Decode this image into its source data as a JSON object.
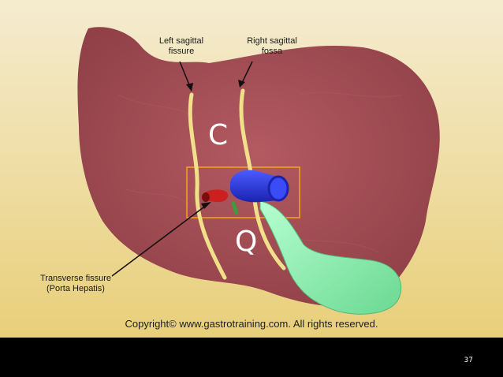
{
  "labels": {
    "left_sagittal": [
      "Left sagittal",
      "fissure"
    ],
    "right_sagittal": [
      "Right sagittal",
      "fossa"
    ],
    "transverse": [
      "Transverse fissure",
      "(Porta Hepatis)"
    ],
    "lobe_caudate": "C",
    "lobe_quadrate": "Q"
  },
  "copyright": "Copyright© www.gastrotraining.com. All rights reserved.",
  "page_number": "37",
  "colors": {
    "background_top": "#f3e9c9",
    "background_bottom": "#e9d07b",
    "liver": "#a14b52",
    "fissure": "#f1e08a",
    "portal_vein": "#1f2fd6",
    "hepatic_artery": "#cc2020",
    "bile_duct": "#3f9a3f",
    "gallbladder": "#8ff0b0",
    "highlight_box": "#f0a020"
  }
}
